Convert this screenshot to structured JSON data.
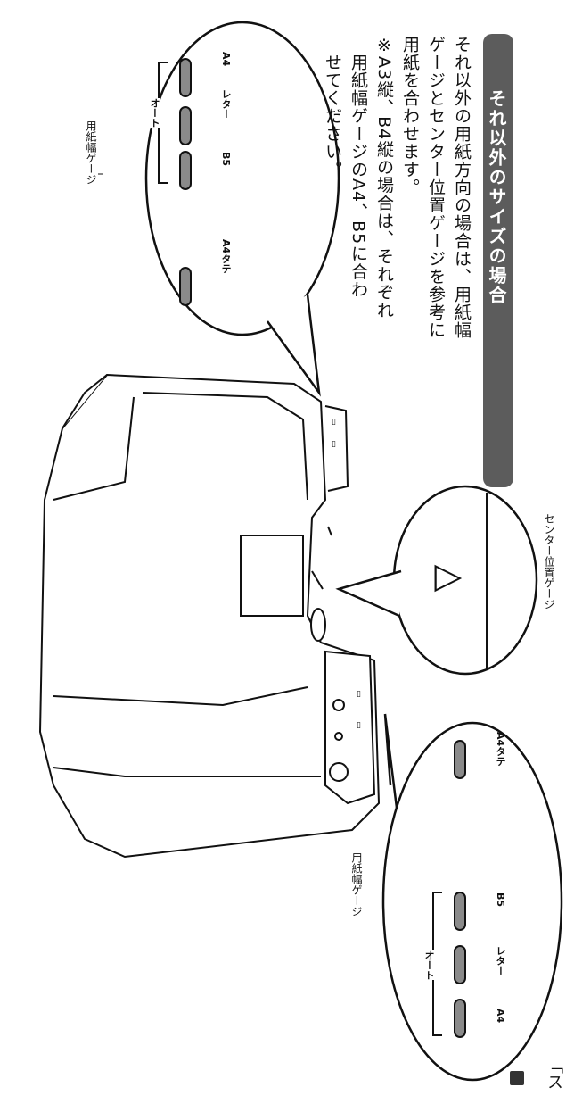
{
  "section": {
    "heading": "それ以外のサイズの場合",
    "body_lines": [
      "それ以外の用紙方向の場合は、用紙幅",
      "ゲージとセンター位置ゲージを参考に",
      "用紙を合わせます。",
      "※A3縦、B4縦の場合は、それぞれ",
      "　用紙幅ゲージのA4、B5に合わ",
      "　せてください。"
    ]
  },
  "callouts": {
    "paper_width_gauge_label": "用紙幅ゲージ",
    "center_position_gauge_label": "センター位置ゲージ",
    "top_gauge": {
      "labels": [
        "A4",
        "レター",
        "B5",
        "A4タテ"
      ],
      "group_label": "オート"
    },
    "bottom_gauge": {
      "labels": [
        "A4タテ",
        "B5",
        "レター",
        "A4"
      ],
      "group_label": "オート"
    },
    "center_mark": "△"
  },
  "page_edge": {
    "text": "「ス",
    "icon": "note-icon"
  }
}
